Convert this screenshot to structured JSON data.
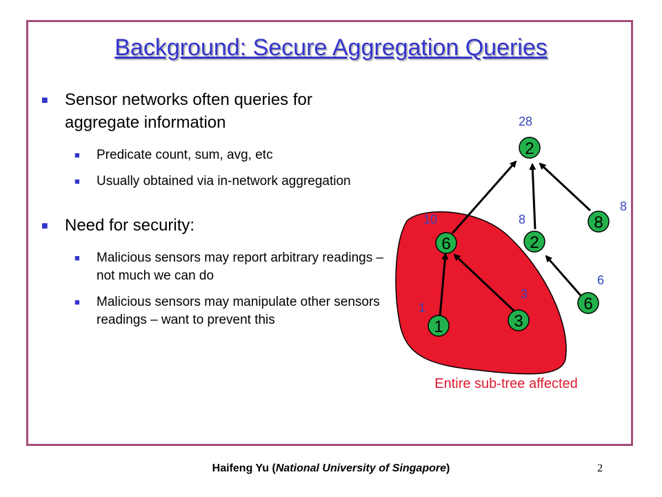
{
  "title": "Background: Secure Aggregation Queries",
  "bullets": [
    {
      "text": "Sensor networks often queries for aggregate information",
      "sub": [
        "Predicate count, sum, avg, etc",
        "Usually obtained via in-network aggregation"
      ]
    },
    {
      "text": "Need for security:",
      "sub": [
        "Malicious sensors may report arbitrary readings – not much we can do",
        "Malicious sensors may manipulate other sensors readings – want to prevent this"
      ]
    }
  ],
  "tree": {
    "nodes": {
      "root": "2",
      "left_mid": "6",
      "center_mid": "2",
      "right_mid": "8",
      "leaf_one": "1",
      "leaf_three": "3",
      "leaf_six": "6"
    },
    "sums": {
      "root": "28",
      "left_mid": "10",
      "center_mid": "8",
      "right_mid": "8",
      "leaf_one": "1",
      "leaf_three": "3",
      "leaf_six": "6"
    },
    "affected_caption": "Entire sub-tree affected"
  },
  "footer": {
    "author": "Haifeng Yu",
    "affiliation": "National University of Singapore",
    "page": "2"
  },
  "colors": {
    "accent": "#3333cc",
    "node_fill": "#22b14c",
    "region_fill": "#e8192c",
    "frame": "#a64d79"
  }
}
